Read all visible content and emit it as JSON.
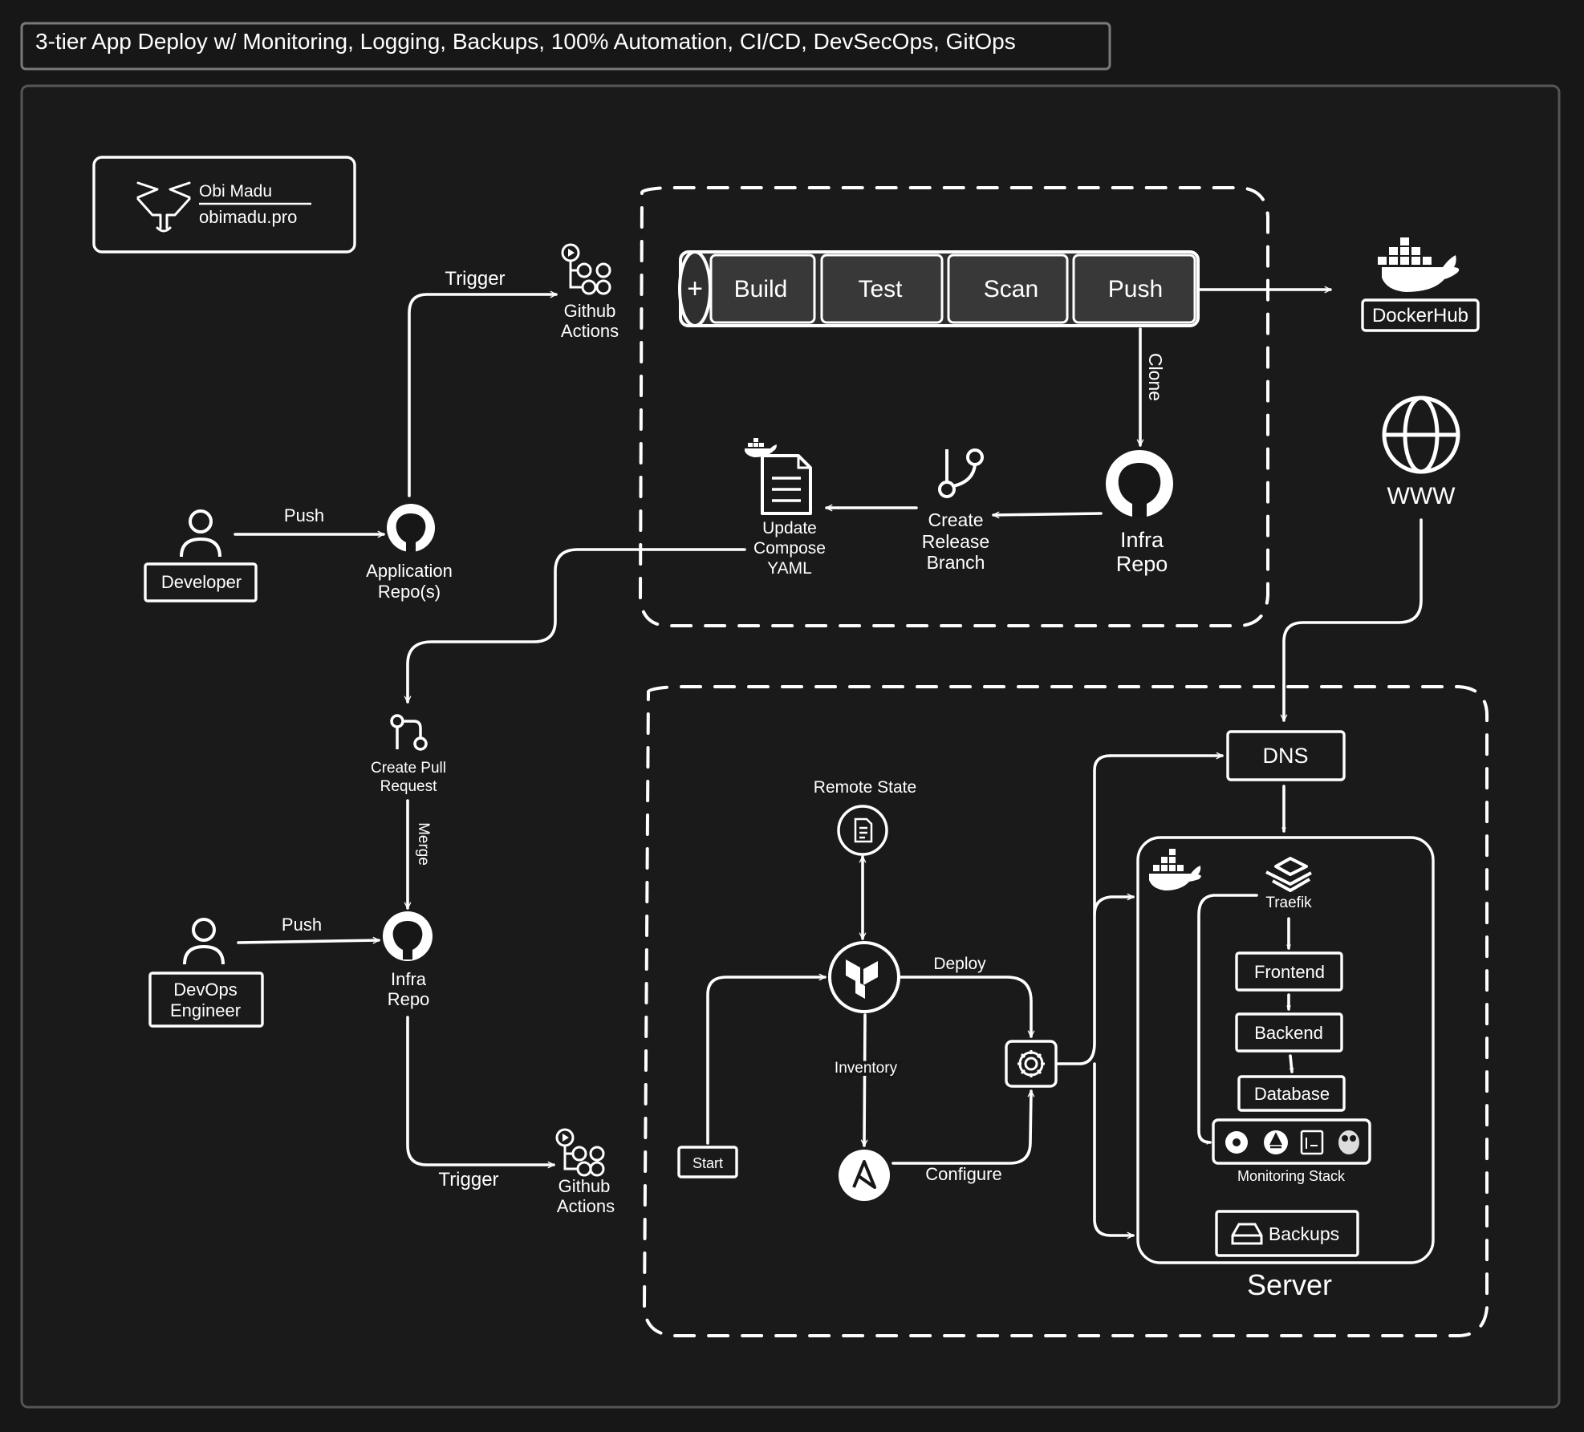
{
  "header": {
    "title": "3-tier App Deploy w/ Monitoring, Logging, Backups, 100% Automation, CI/CD, DevSecOps, GitOps"
  },
  "brand": {
    "name": "Obi Madu",
    "site": "obimadu.pro"
  },
  "pipeline": {
    "stages": [
      "Build",
      "Test",
      "Scan",
      "Push"
    ],
    "add_symbol": "+"
  },
  "nodes": {
    "dockerhub": "DockerHub",
    "www": "WWW",
    "developer": "Developer",
    "app_repo": [
      "Application",
      "Repo(s)"
    ],
    "gha_top": [
      "Github",
      "Actions"
    ],
    "infra_repo_top": [
      "Infra",
      "Repo"
    ],
    "create_release": [
      "Create",
      "Release",
      "Branch"
    ],
    "update_compose": [
      "Update",
      "Compose",
      "YAML"
    ],
    "create_pr": [
      "Create Pull",
      "Request"
    ],
    "devops": [
      "DevOps",
      "Engineer"
    ],
    "infra_repo_bottom": [
      "Infra",
      "Repo"
    ],
    "gha_bottom": [
      "Github",
      "Actions"
    ],
    "remote_state": "Remote State",
    "start": "Start",
    "dns": "DNS",
    "traefik": "Traefik",
    "frontend": "Frontend",
    "backend": "Backend",
    "database": "Database",
    "monitoring": "Monitoring Stack",
    "backups": "Backups",
    "server": "Server"
  },
  "edges": {
    "trigger_top": "Trigger",
    "push_dev": "Push",
    "clone": "Clone",
    "merge": "Merge",
    "push_devops": "Push",
    "trigger_bottom": "Trigger",
    "deploy": "Deploy",
    "inventory": "Inventory",
    "configure": "Configure"
  }
}
